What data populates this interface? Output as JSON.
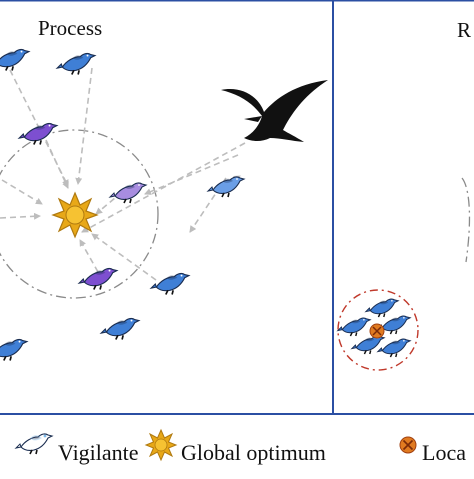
{
  "panels": {
    "left_title": "Process",
    "right_title": "R"
  },
  "legend": {
    "vigilante": "Vigilante",
    "global_optimum": "Global optimum",
    "local": "Loca"
  },
  "colors": {
    "frame": "#2b4fa3",
    "blue_bird": "#3f7fd6",
    "purple_bird": "#7d4fd0",
    "vigilante_bird": "#9fc8f2",
    "star_fill": "#e8a818",
    "star_stroke": "#b07a10",
    "arrow": "#c4c4c4",
    "circle": "#8a8a8a",
    "local_ring": "#c0392b",
    "local_marker": "#e07a20"
  },
  "icons": {
    "global_optimum": "sun-star-icon",
    "predator": "pterodactyl-icon",
    "local_optimum": "circle-x-icon"
  }
}
